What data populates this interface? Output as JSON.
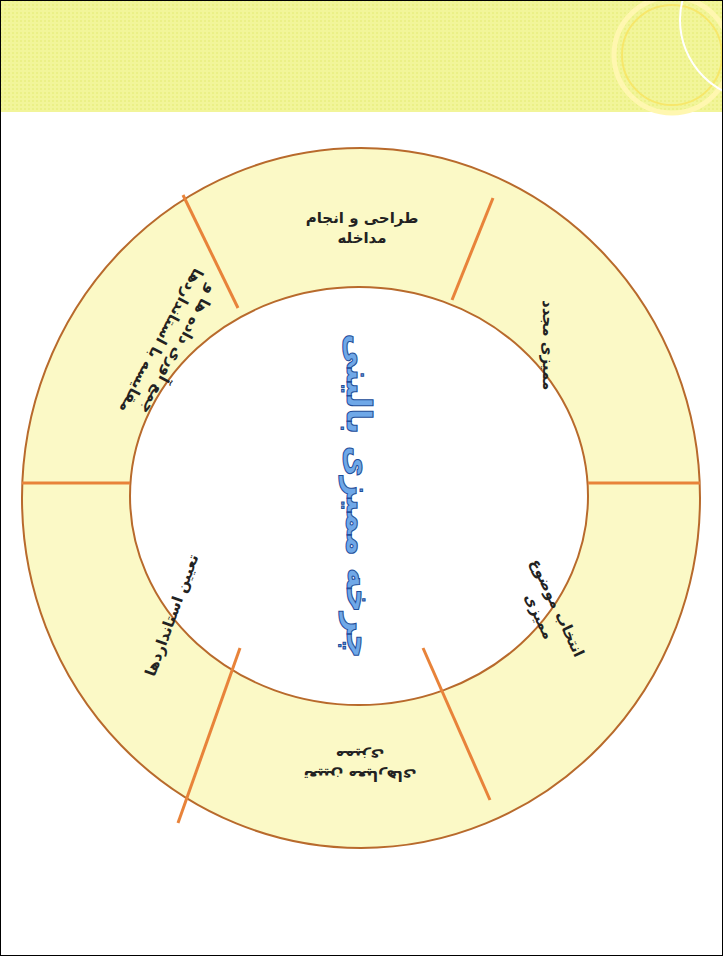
{
  "diagram": {
    "title": "چرخه ممیزی بالینی",
    "nodes": [
      {
        "text": [
          "طراحی و انجام مداخله"
        ]
      },
      {
        "text": [
          "ممیزی مجدد"
        ]
      },
      {
        "text": [
          "انتخاب موضوع ممیزی"
        ]
      },
      {
        "text": [
          "تعیین معیارهای ممیزی"
        ]
      },
      {
        "text": [
          "تعیین استانداردها"
        ]
      },
      {
        "text": [
          "جمع آوری داده ها و مقایسه با استانداردها"
        ]
      }
    ]
  }
}
